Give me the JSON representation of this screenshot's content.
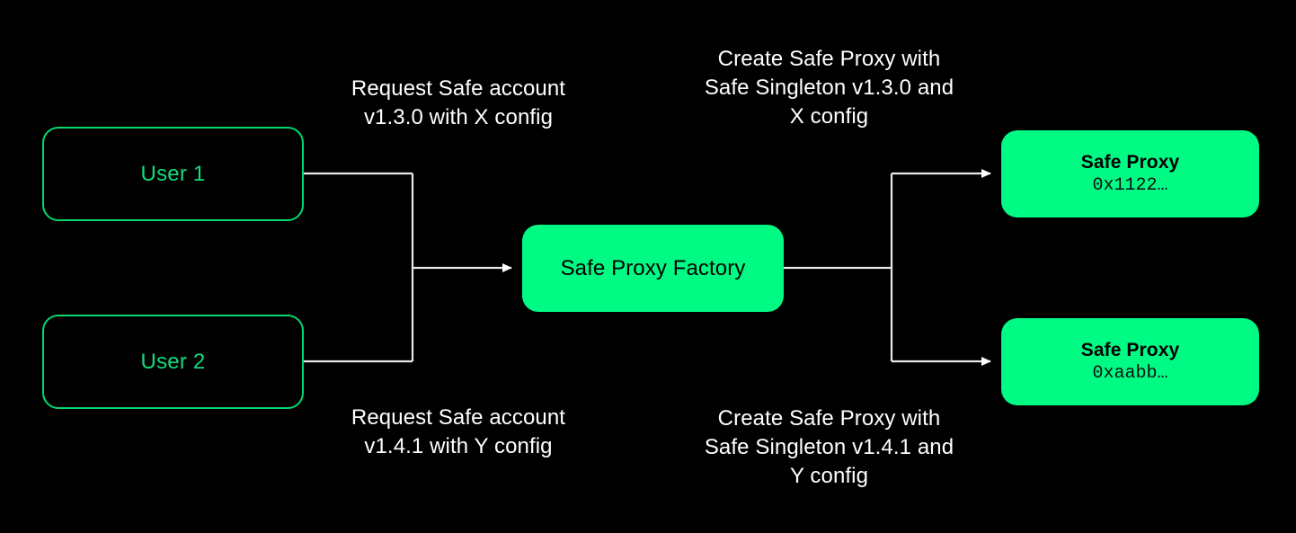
{
  "diagram": {
    "background_color": "#000000",
    "accent_fill": "#00FB84",
    "accent_outline": "#00D96E",
    "text_color": "#FFFFFF",
    "nodes": {
      "user_1": {
        "label": "User 1"
      },
      "user_2": {
        "label": "User 2"
      },
      "factory": {
        "label": "Safe Proxy Factory"
      },
      "proxy_1": {
        "title": "Safe Proxy",
        "address": "0x1122…"
      },
      "proxy_2": {
        "title": "Safe Proxy",
        "address": "0xaabb…"
      }
    },
    "edge_labels": {
      "request_top": "Request Safe account\nv1.3.0 with X config",
      "request_bottom": "Request Safe account\nv1.4.1 with Y config",
      "create_top": "Create Safe Proxy with\nSafe Singleton v1.3.0 and\nX config",
      "create_bottom": "Create Safe Proxy with\nSafe Singleton v1.4.1 and\nY config"
    }
  }
}
